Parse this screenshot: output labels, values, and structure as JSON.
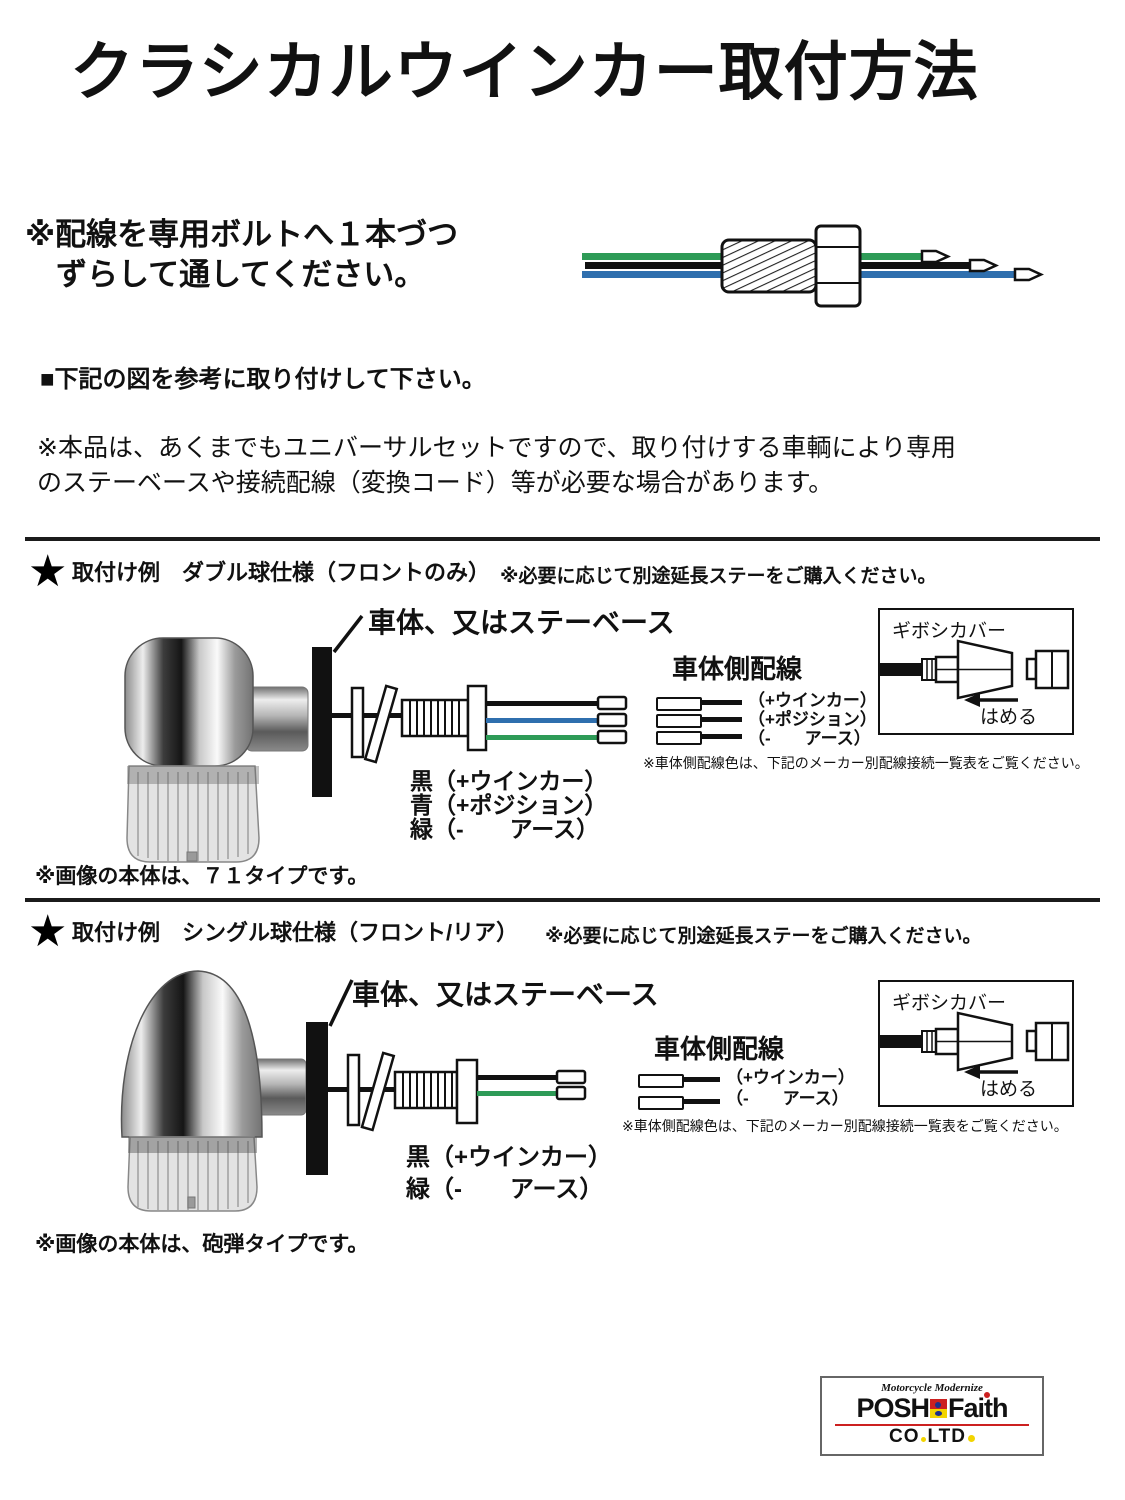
{
  "title": "クラシカルウインカー取付方法",
  "intro": {
    "bolt_note_line1": "※配線を専用ボルトへ１本づつ",
    "bolt_note_line2": "ずらして通してください。",
    "figure_note": "■下記の図を参考に取り付けして下さい。",
    "universal_note_line1": "※本品は、あくまでもユニバーサルセットですので、取り付けする車輌により専用",
    "universal_note_line2": "のステーベースや接続配線（変換コード）等が必要な場合があります。"
  },
  "colors": {
    "wire_black": "#111111",
    "wire_blue": "#2f6fae",
    "wire_green": "#2e9b57",
    "logo_red": "#cc2020",
    "logo_yellow": "#f2d400",
    "logo_blue": "#1c2f8a"
  },
  "sections": [
    {
      "star": "★",
      "title": "取付け例　ダブル球仕様（フロントのみ）",
      "note": "※必要に応じて別途延長ステーをご購入ください。",
      "stay_label": "車体、又はステーベース",
      "lamp_wires": [
        "黒（+ウインカー）",
        "青（+ポジション）",
        "緑（-　　アース）"
      ],
      "vehicle_title": "車体側配線",
      "vehicle_wires": [
        "（+ウインカー）",
        "（+ポジション）",
        "（-　　アース）"
      ],
      "color_note": "※車体側配線色は、下記のメーカー別配線接続一覧表をご覧ください。",
      "giboshi_title": "ギボシカバー",
      "giboshi_action": "はめる",
      "body_note": "※画像の本体は、７１タイプです。"
    },
    {
      "star": "★",
      "title": "取付け例　シングル球仕様（フロント/リア）",
      "note": "※必要に応じて別途延長ステーをご購入ください。",
      "stay_label": "車体、又はステーベース",
      "lamp_wires": [
        "黒（+ウインカー）",
        "緑（-　　アース）"
      ],
      "vehicle_title": "車体側配線",
      "vehicle_wires": [
        "（+ウインカー）",
        "（-　　アース）"
      ],
      "color_note": "※車体側配線色は、下記のメーカー別配線接続一覧表をご覧ください。",
      "giboshi_title": "ギボシカバー",
      "giboshi_action": "はめる",
      "body_note": "※画像の本体は、砲弾タイプです。"
    }
  ],
  "logo": {
    "tagline": "Motorcycle Modernize",
    "brand_left": "POSH",
    "brand_right": "Faith",
    "company_left": "CO",
    "company_right": "LTD"
  }
}
